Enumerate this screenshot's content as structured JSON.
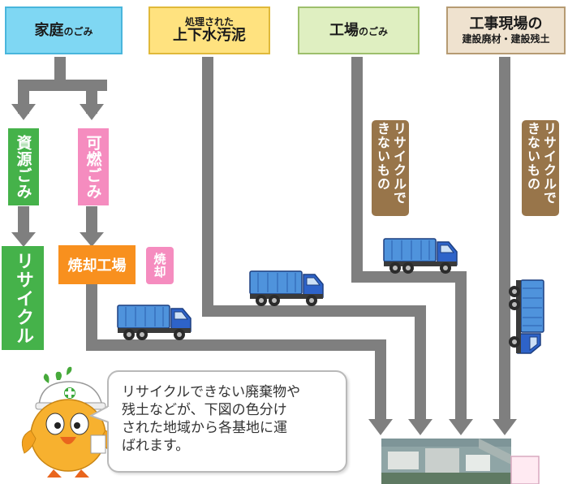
{
  "sources": [
    {
      "main": "家庭",
      "suffix": "のごみ",
      "color": "#7fd7f3"
    },
    {
      "top": "処理された",
      "main": "上下水汚泥",
      "color": "#ffe27f"
    },
    {
      "main": "工場",
      "suffix": "のごみ",
      "color": "#dfefc1"
    },
    {
      "top": "工事現場の",
      "main": "建設廃材・建設残土",
      "color": "#efe2cf"
    }
  ],
  "household_branches": {
    "recycle_label": "資源ごみ",
    "burnable_label": "可燃ごみ"
  },
  "recycle_result": "リサイクル",
  "incinerator": {
    "label": "焼却工場",
    "ash_label": "焼却"
  },
  "non_recyclable": [
    {
      "label": "リサイクルできないもの"
    },
    {
      "label": "リサイクルできないもの"
    }
  ],
  "speech_bubble": {
    "lines": [
      "リサイクルできない廃棄物や",
      "残土などが、下図の色分け",
      "された地域から各基地に運",
      "ばれます。"
    ]
  },
  "colors": {
    "arrow": "#7f7f7f",
    "green": "#45b24a",
    "pink": "#f58cbf",
    "orange": "#f8901e",
    "brown": "#98754a",
    "truck_cab": "#2e63c9",
    "truck_tarp": "#4f93dc",
    "mascot_body": "#f7b12f"
  },
  "icons": [
    "truck-icon",
    "mascot-icon",
    "aerial-photo"
  ]
}
